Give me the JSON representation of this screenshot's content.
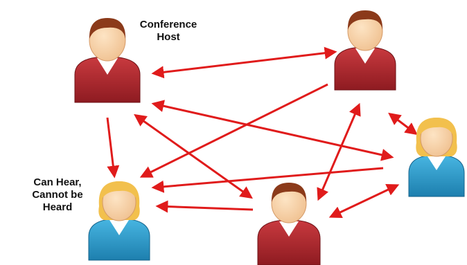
{
  "labels": {
    "host": [
      "Conference",
      "Host"
    ],
    "listener": [
      "Can Hear,",
      "Cannot be",
      "Heard"
    ]
  },
  "participants": [
    {
      "id": "host",
      "role": "Conference Host",
      "gender": "male",
      "shirt": "#b3262c"
    },
    {
      "id": "top-right",
      "role": "participant",
      "gender": "male",
      "shirt": "#b3262c"
    },
    {
      "id": "right",
      "role": "participant",
      "gender": "female",
      "shirt": "#2a9ccc"
    },
    {
      "id": "bottom-center",
      "role": "participant",
      "gender": "male",
      "shirt": "#b3262c"
    },
    {
      "id": "listener",
      "role": "Can Hear, Cannot be Heard",
      "gender": "female",
      "shirt": "#2a9ccc"
    }
  ],
  "connections": [
    {
      "from": "host",
      "to": "top-right",
      "direction": "both"
    },
    {
      "from": "host",
      "to": "right",
      "direction": "both"
    },
    {
      "from": "host",
      "to": "bottom-center",
      "direction": "both"
    },
    {
      "from": "host",
      "to": "listener",
      "direction": "to"
    },
    {
      "from": "top-right",
      "to": "listener",
      "direction": "to"
    },
    {
      "from": "top-right",
      "to": "right",
      "direction": "both"
    },
    {
      "from": "top-right",
      "to": "bottom-center",
      "direction": "both"
    },
    {
      "from": "right",
      "to": "listener",
      "direction": "to"
    },
    {
      "from": "right",
      "to": "bottom-center",
      "direction": "both"
    },
    {
      "from": "bottom-center",
      "to": "listener",
      "direction": "to"
    }
  ],
  "colors": {
    "arrow": "#e01b1b",
    "skin": "#f6d3a8",
    "hair_male": "#8b3a1a",
    "hair_female": "#f2c04d",
    "shirt_male": "#b3262c",
    "shirt_female": "#2a9ccc",
    "collar": "#ffffff"
  }
}
